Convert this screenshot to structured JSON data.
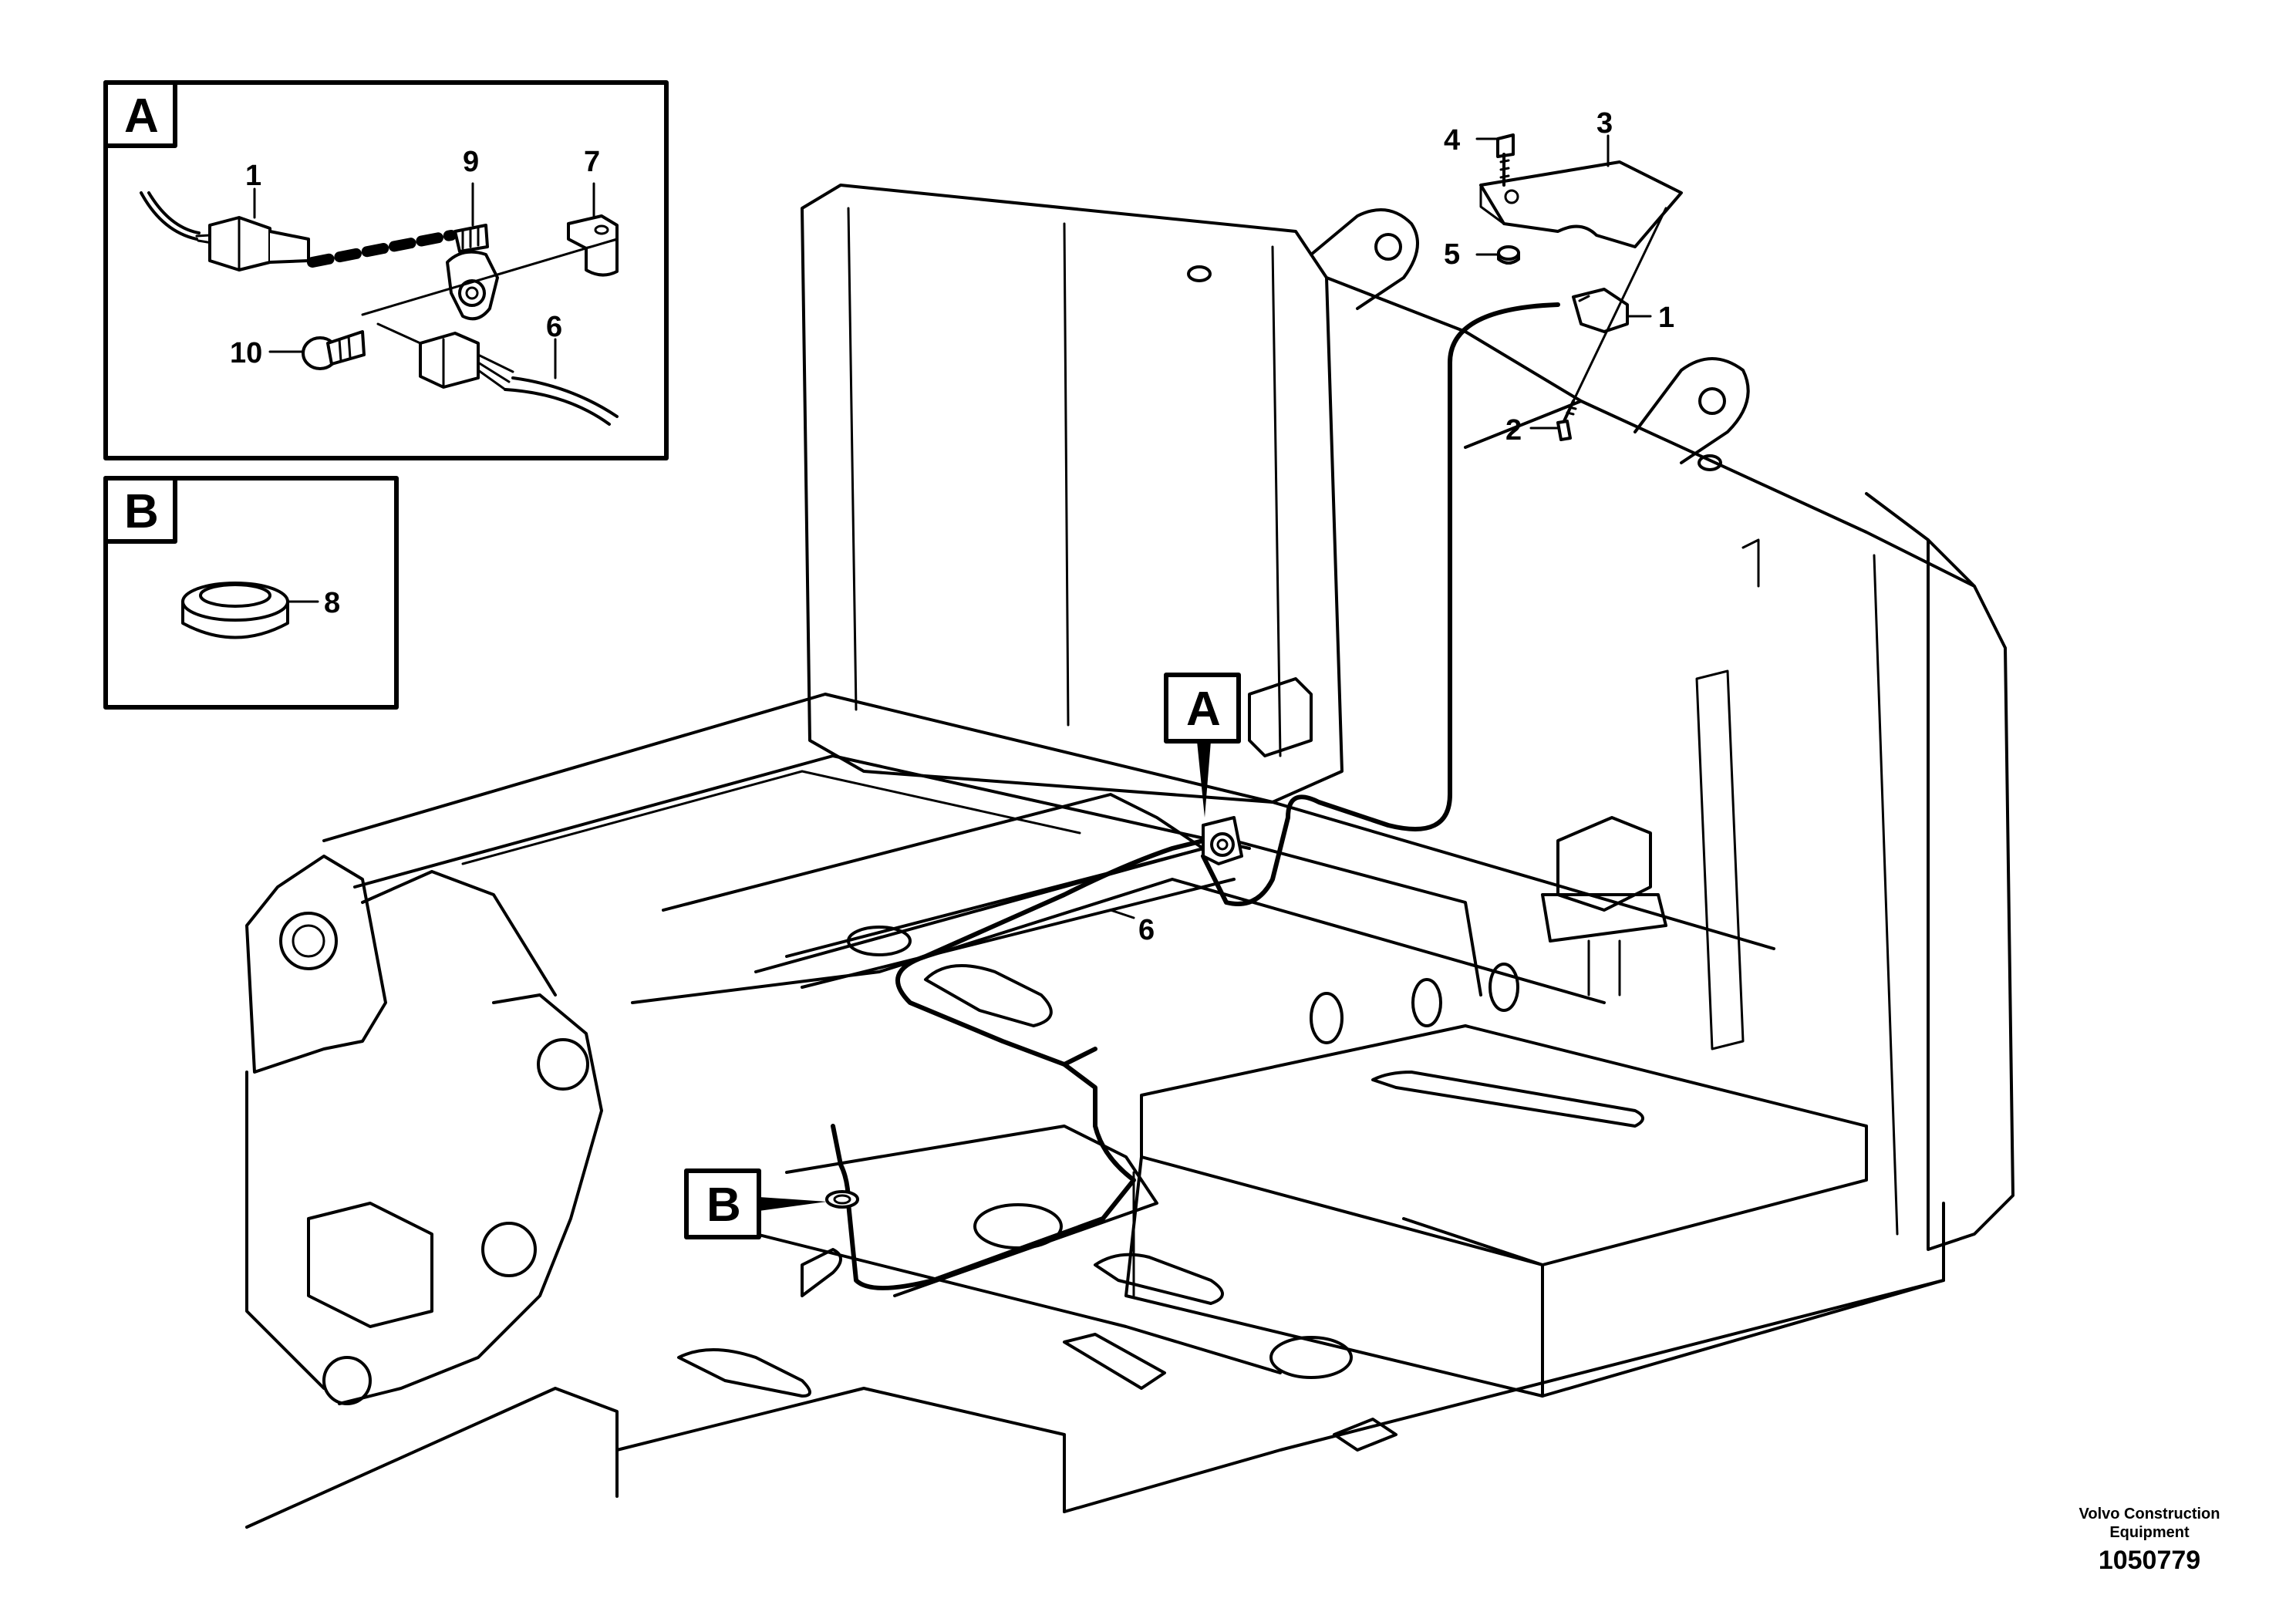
{
  "detail_boxes": [
    {
      "letter": "A"
    },
    {
      "letter": "B"
    }
  ],
  "main_markers": [
    {
      "letter": "A"
    },
    {
      "letter": "B"
    }
  ],
  "callouts": {
    "detail_a": [
      "1",
      "9",
      "7",
      "10",
      "6"
    ],
    "detail_b": [
      "8"
    ],
    "main": [
      "4",
      "3",
      "5",
      "1",
      "2",
      "6"
    ]
  },
  "footer": {
    "brand_line1": "Volvo Construction",
    "brand_line2": "Equipment",
    "drawing_number": "1050779"
  }
}
